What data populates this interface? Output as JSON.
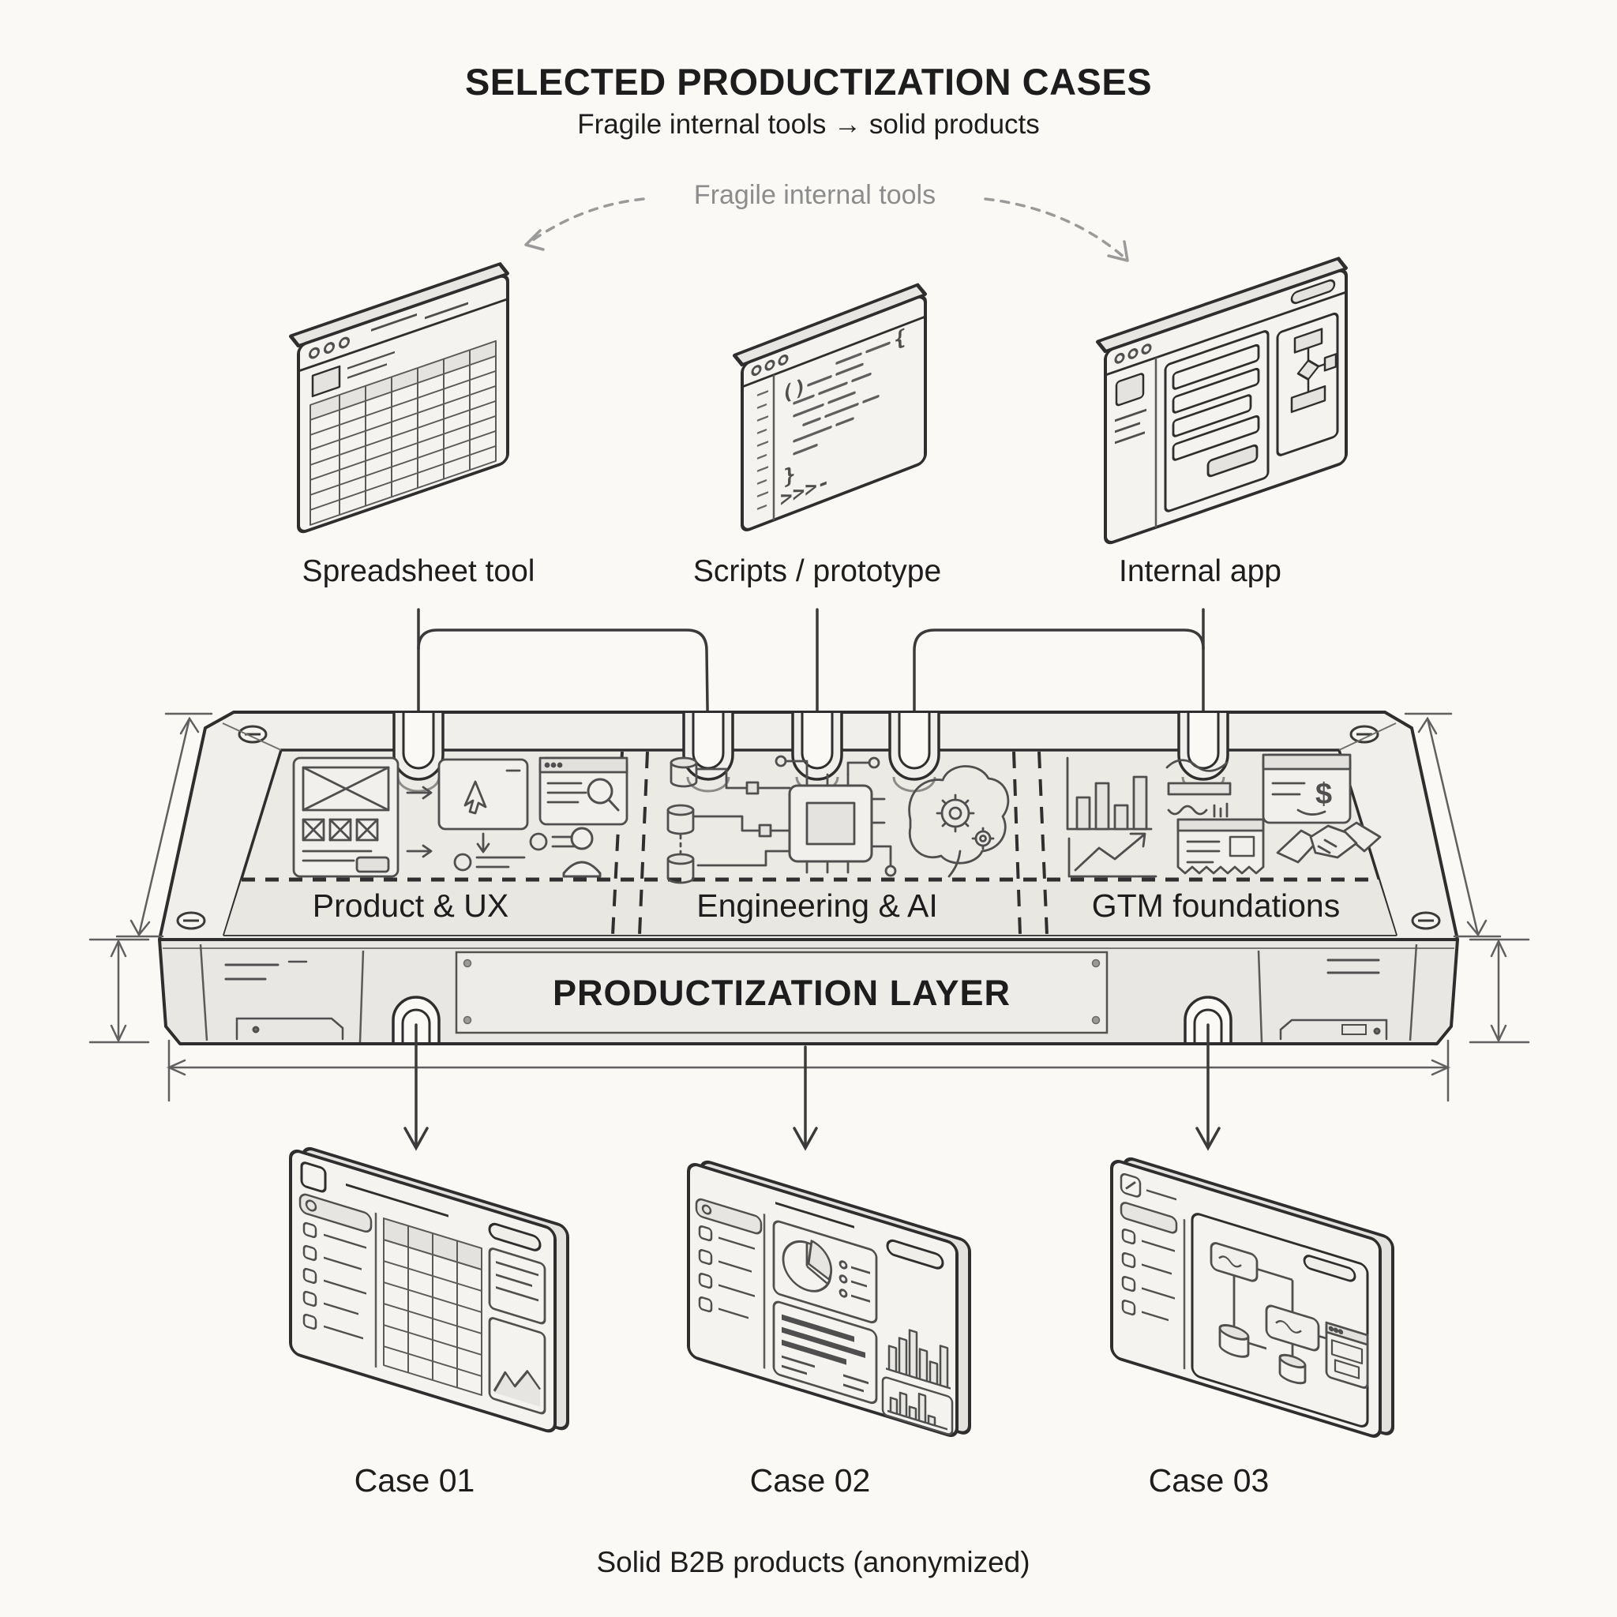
{
  "title": "SELECTED PRODUCTIZATION CASES",
  "subtitle": "Fragile internal tools → solid products",
  "fragile_label": "Fragile internal tools",
  "tools": [
    {
      "label": "Spreadsheet tool"
    },
    {
      "label": "Scripts / prototype"
    },
    {
      "label": "Internal app"
    }
  ],
  "platform": {
    "sections": [
      {
        "label": "Product & UX"
      },
      {
        "label": "Engineering & AI"
      },
      {
        "label": "GTM foundations"
      }
    ],
    "layer_label": "PRODUCTIZATION LAYER"
  },
  "cases": [
    {
      "label": "Case 01"
    },
    {
      "label": "Case 02"
    },
    {
      "label": "Case 03"
    }
  ],
  "caption": "Solid B2B products (anonymized)",
  "glyphs": {
    "parens": "()",
    "brace_open": "{",
    "brace_close": "}",
    "prompt": ">>>-",
    "dollar": "$"
  },
  "colors": {
    "background": "#faf9f6",
    "ink": "#2e2e2e",
    "muted_text": "#8c8c8c",
    "rim_fill": "#f0efeb",
    "surface_fill": "#eceae5",
    "strip_fill": "#e9e7e2",
    "band_fill": "#e8e7e3",
    "dimension_line": "#606060"
  }
}
